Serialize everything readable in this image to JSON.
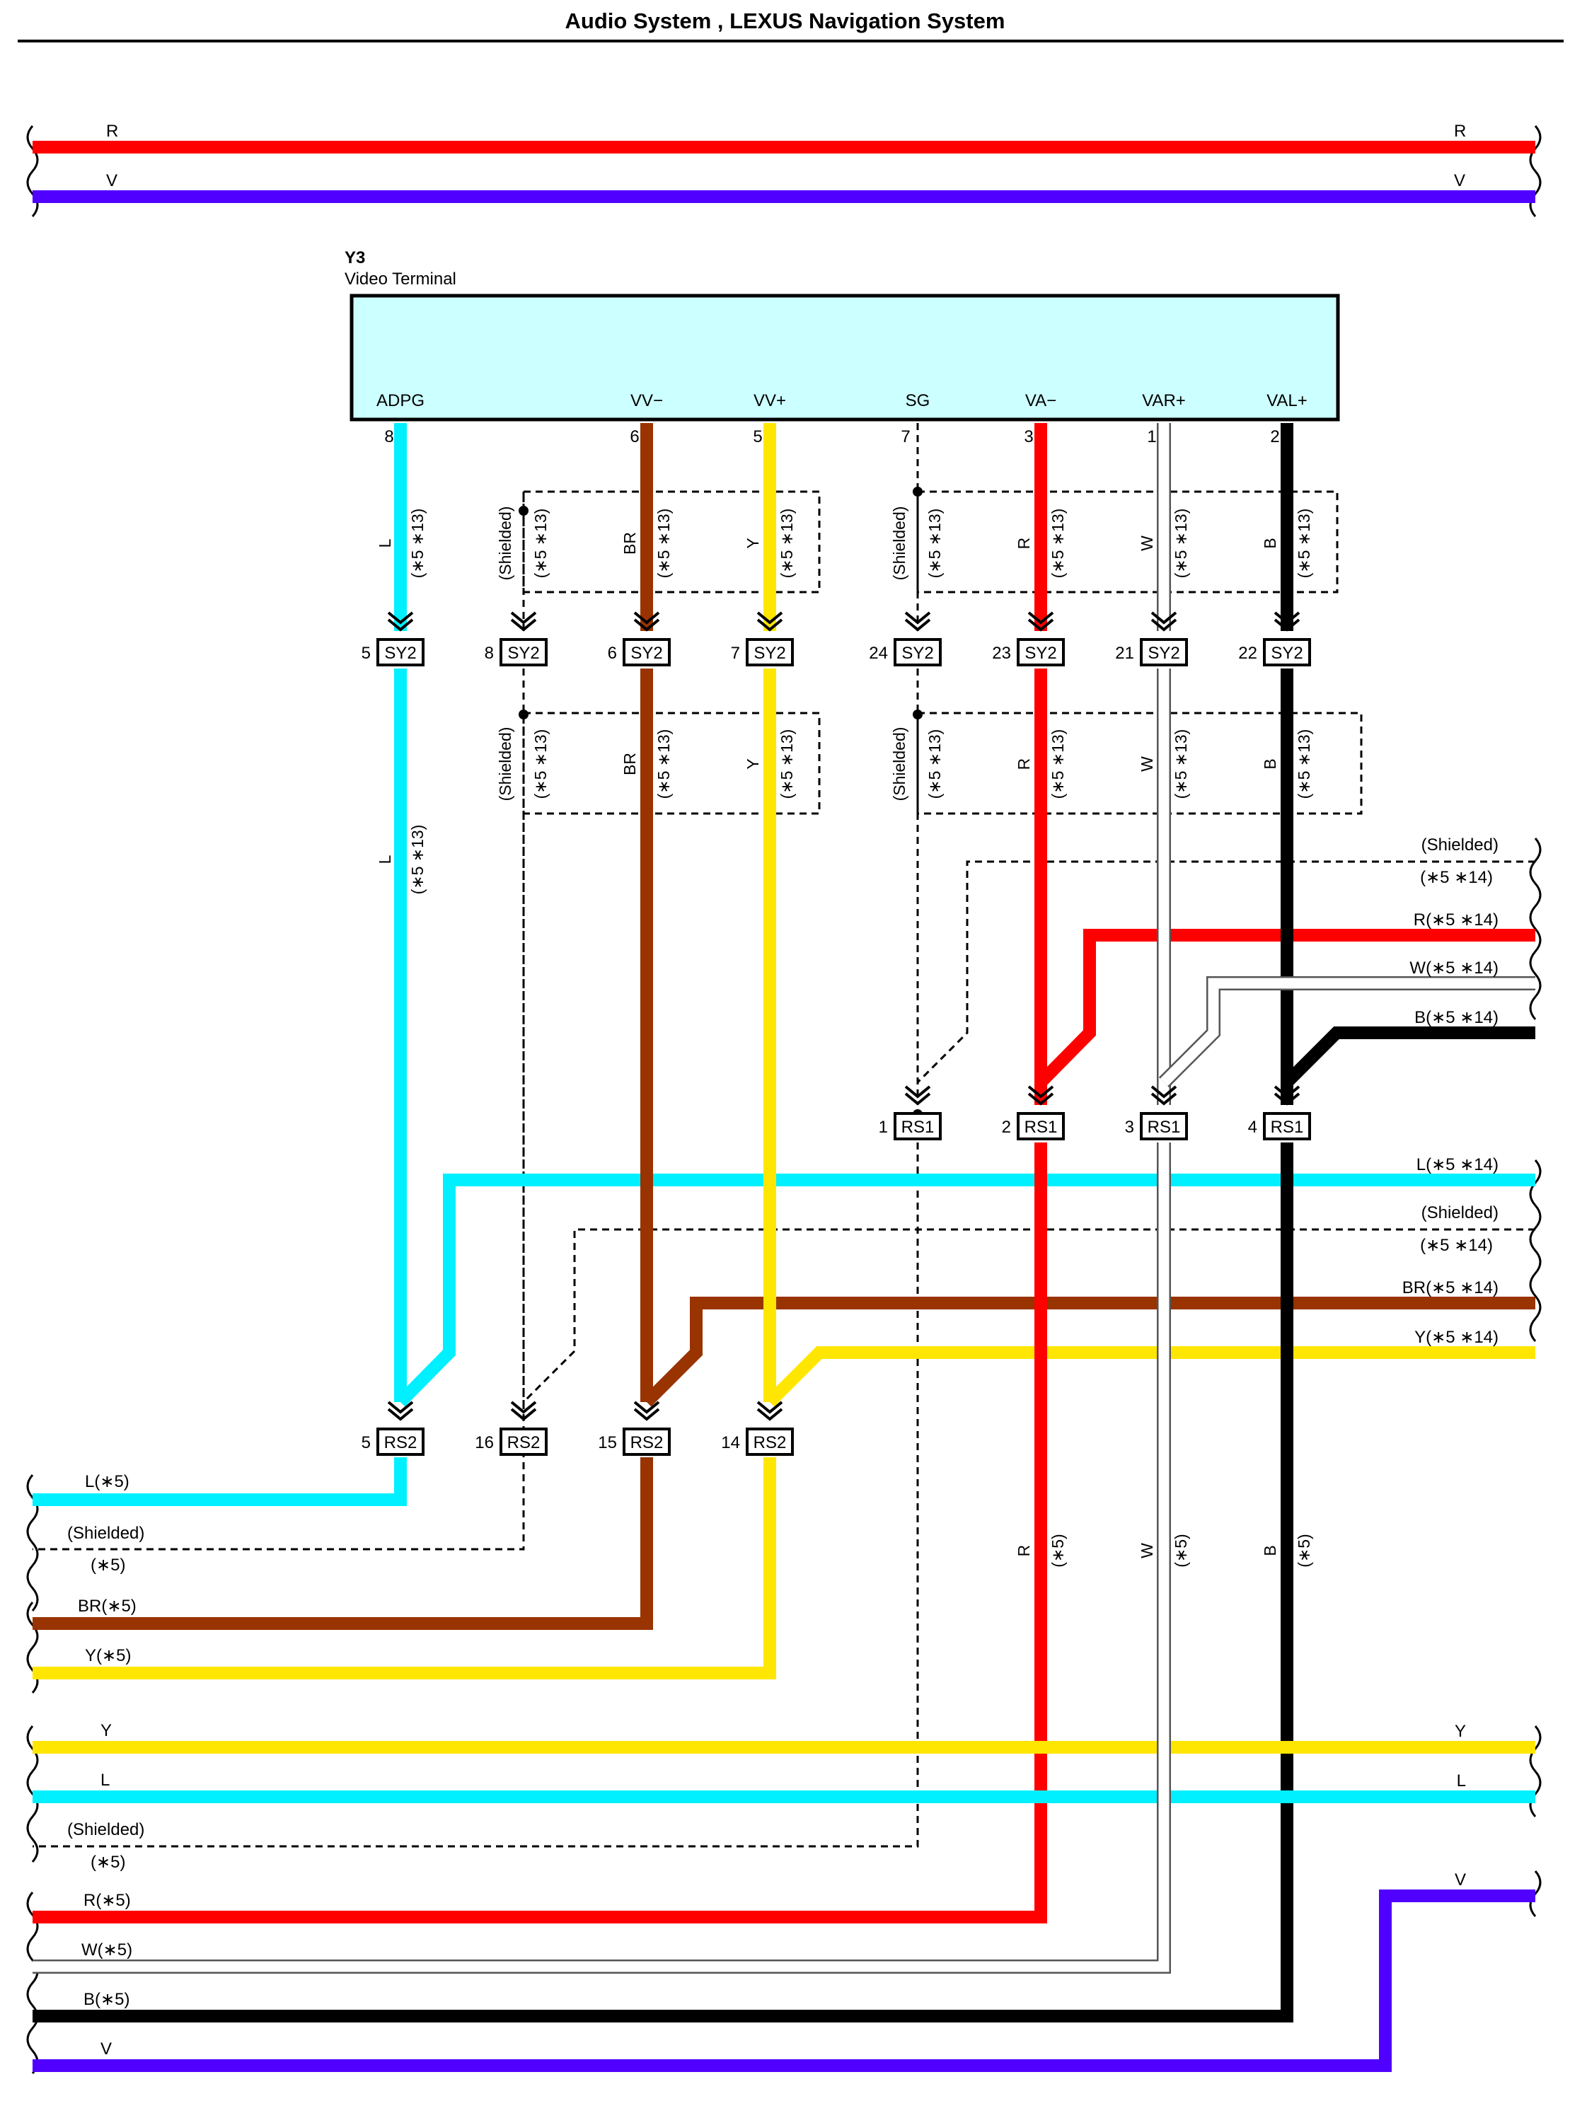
{
  "title": "Audio System , LEXUS Navigation System",
  "colors": {
    "R": "#ff0000",
    "V": "#5000ff",
    "L": "#00f0ff",
    "BR": "#993300",
    "Y": "#ffe600",
    "B": "#000000",
    "W": "#ffffff",
    "terminal_fill": "#ccffff"
  },
  "top_buses": [
    {
      "code": "R",
      "left_label": "R",
      "right_label": "R"
    },
    {
      "code": "V",
      "left_label": "V",
      "right_label": "V"
    }
  ],
  "component": {
    "id": "Y3",
    "name": "Video Terminal",
    "pins": [
      {
        "pin": "8",
        "name": "ADPG"
      },
      {
        "pin": "6",
        "name": "VV−"
      },
      {
        "pin": "5",
        "name": "VV+"
      },
      {
        "pin": "7",
        "name": "SG"
      },
      {
        "pin": "3",
        "name": "VA−"
      },
      {
        "pin": "1",
        "name": "VAR+"
      },
      {
        "pin": "2",
        "name": "VAL+"
      }
    ]
  },
  "wire_labels": {
    "L": "L",
    "BR": "BR",
    "Y": "Y",
    "R": "R",
    "W": "W",
    "B": "B",
    "shielded": "(Shielded)",
    "note_5_13": "(∗5 ∗13)",
    "note_5": "(∗5)"
  },
  "connectors": {
    "SY2": {
      "name": "SY2",
      "pins": [
        "5",
        "8",
        "6",
        "7",
        "24",
        "23",
        "21",
        "22"
      ]
    },
    "RS1": {
      "name": "RS1",
      "pins": [
        "1",
        "2",
        "3",
        "4"
      ]
    },
    "RS2": {
      "name": "RS2",
      "pins": [
        "5",
        "16",
        "15",
        "14"
      ]
    }
  },
  "right_labels": {
    "shielded_1": "(Shielded)",
    "shielded_1_note": "(∗5 ∗14)",
    "r14": "R(∗5 ∗14)",
    "w14": "W(∗5 ∗14)",
    "b14": "B(∗5 ∗14)",
    "l14": "L(∗5 ∗14)",
    "shielded_2": "(Shielded)",
    "shielded_2_note": "(∗5 ∗14)",
    "br14": "BR(∗5 ∗14)",
    "y14": "Y(∗5 ∗14)",
    "y_bus": "Y",
    "l_bus": "L",
    "v_bus": "V"
  },
  "left_labels": {
    "l5": "L(∗5)",
    "shielded_a": "(Shielded)",
    "shielded_a_note": "(∗5)",
    "br5": "BR(∗5)",
    "y5": "Y(∗5)",
    "y_bus": "Y",
    "l_bus": "L",
    "shielded_b": "(Shielded)",
    "shielded_b_note": "(∗5)",
    "r5": "R(∗5)",
    "w5": "W(∗5)",
    "b5": "B(∗5)",
    "v_bus": "V"
  }
}
